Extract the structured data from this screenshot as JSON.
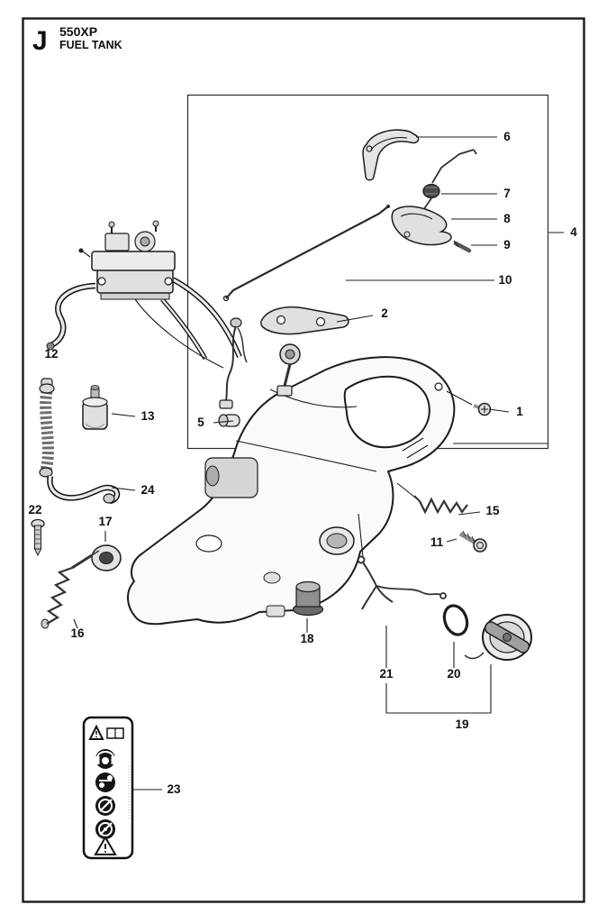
{
  "header": {
    "section_letter": "J",
    "model": "550XP",
    "title": "FUEL TANK"
  },
  "colors": {
    "ink": "#1c1c1c",
    "paper": "#ffffff"
  },
  "callouts": [
    {
      "number": "6"
    },
    {
      "number": "7"
    },
    {
      "number": "8"
    },
    {
      "number": "9"
    },
    {
      "number": "4"
    },
    {
      "number": "10"
    },
    {
      "number": "2"
    },
    {
      "number": "1"
    },
    {
      "number": "5"
    },
    {
      "number": "12"
    },
    {
      "number": "13"
    },
    {
      "number": "24"
    },
    {
      "number": "22"
    },
    {
      "number": "17"
    },
    {
      "number": "15"
    },
    {
      "number": "11"
    },
    {
      "number": "16"
    },
    {
      "number": "18"
    },
    {
      "number": "21"
    },
    {
      "number": "20"
    },
    {
      "number": "19"
    },
    {
      "number": "23"
    }
  ]
}
